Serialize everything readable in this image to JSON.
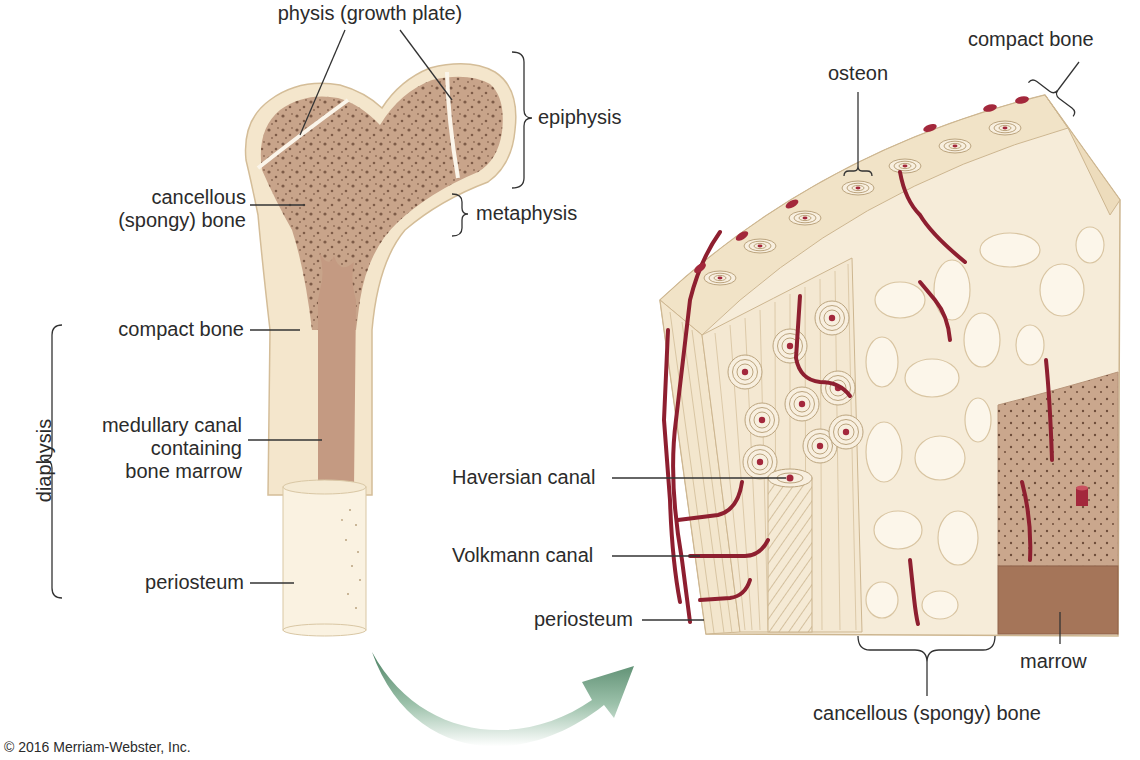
{
  "diagram": {
    "labels": [
      "physis (growth plate)",
      "compact bone",
      "osteon",
      "epiphysis",
      "cancellous (spongy) bone",
      "metaphysis",
      "compact bone",
      "diaphysis",
      "medullary canal containing bone marrow",
      "periosteum",
      "Haversian canal",
      "Volkmann canal",
      "periosteum",
      "marrow",
      "cancellous (spongy) bone",
      "© 2016 Merriam-Webster, Inc."
    ]
  }
}
